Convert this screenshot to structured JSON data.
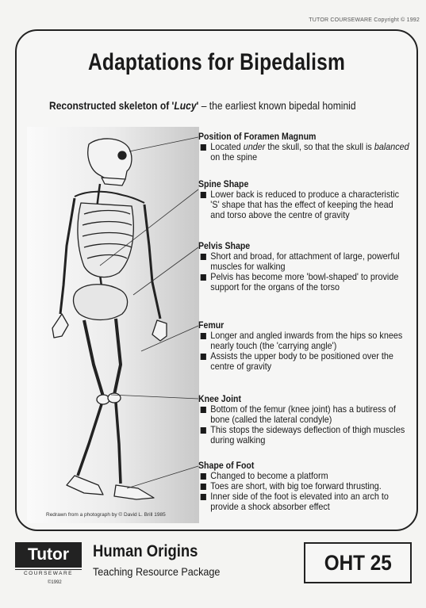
{
  "header": {
    "copyright": "TUTOR COURSEWARE Copyright © 1992"
  },
  "title": "Adaptations for Bipedalism",
  "subtitle": {
    "lead": "Reconstructed skeleton of '",
    "name": "Lucy",
    "close": "'",
    "tail": " – the earliest known bipedal hominid"
  },
  "credit": "Redrawn from a photograph by  © David L. Brill 1985",
  "sections": {
    "foramen": {
      "title": "Position of Foramen Magnum",
      "b1_a": "Located ",
      "b1_b": "under",
      "b1_c": " the skull, so that the skull is ",
      "b1_d": "balanced",
      "b1_e": " on the spine"
    },
    "spine": {
      "title": "Spine Shape",
      "b1": "Lower back is reduced to produce a characteristic 'S' shape that has the effect of keeping the head and torso above the centre of gravity"
    },
    "pelvis": {
      "title": "Pelvis Shape",
      "b1": "Short and broad, for attachment of large, powerful muscles for walking",
      "b2": "Pelvis has become more 'bowl-shaped' to provide support for the organs of the torso"
    },
    "femur": {
      "title": "Femur",
      "b1": "Longer and angled inwards from the hips so knees nearly touch (the 'carrying angle')",
      "b2": "Assists the upper body to be positioned over the centre of gravity"
    },
    "knee": {
      "title": "Knee Joint",
      "b1": "Bottom of the femur (knee joint) has a butiress of bone (called the lateral condyle)",
      "b2": "This stops the sideways deflection of thigh muscles during walking"
    },
    "foot": {
      "title": "Shape of Foot",
      "b1": "Changed to become a platform",
      "b2": "Toes are short, with big toe forward thrusting.",
      "b3": "Inner side of the foot is elevated into an arch to provide a shock absorber effect"
    }
  },
  "footer": {
    "logo": "Tutor",
    "logo_sub": "COURSEWARE",
    "year": "©1992",
    "title": "Human Origins",
    "subtitle": "Teaching Resource Package",
    "oht": "OHT 25"
  }
}
